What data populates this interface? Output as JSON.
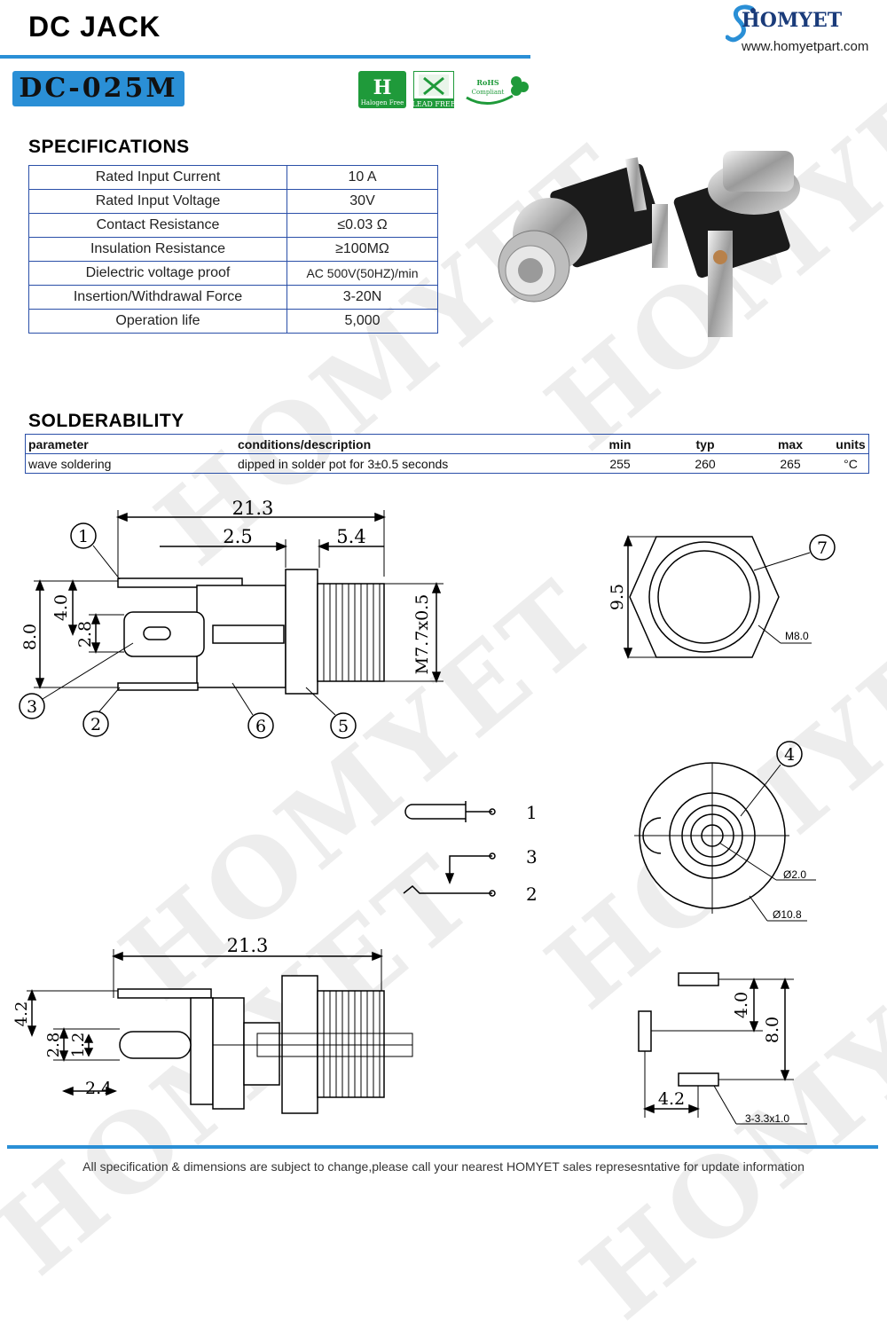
{
  "header": {
    "title": "DC  JACK",
    "brand": "HOMYET",
    "url": "www.homyetpart.com",
    "model": "DC-025M"
  },
  "certifications": [
    {
      "label": "Halogen Free",
      "color": "#1f9a3a"
    },
    {
      "label": "LEAD FREE",
      "color": "#1f9a3a"
    },
    {
      "label": "RoHS Compliant",
      "color": "#1f9a3a"
    }
  ],
  "watermark": "HOMYET",
  "specifications": {
    "heading": "SPECIFICATIONS",
    "rows": [
      {
        "name": "Rated Input Current",
        "value": "10 A"
      },
      {
        "name": "Rated Input Voltage",
        "value": "30V"
      },
      {
        "name": "Contact Resistance",
        "value": "≤0.03 Ω"
      },
      {
        "name": "Insulation Resistance",
        "value": "≥100MΩ"
      },
      {
        "name": "Dielectric voltage proof",
        "value": "AC 500V(50HZ)/min"
      },
      {
        "name": "Insertion/Withdrawal Force",
        "value": "3-20N"
      },
      {
        "name": "Operation life",
        "value": "5,000"
      }
    ]
  },
  "solderability": {
    "heading": "SOLDERABILITY",
    "columns": [
      "parameter",
      "conditions/description",
      "min",
      "typ",
      "max",
      "units"
    ],
    "rows": [
      [
        "wave soldering",
        "dipped in solder pot for  3±0.5 seconds",
        "255",
        "260",
        "265",
        "°C"
      ]
    ]
  },
  "drawing": {
    "side_view": {
      "overall_length": "21.3",
      "dim_a": "2.5",
      "dim_b": "5.4",
      "height": "8.0",
      "half_height": "4.0",
      "pin_height": "2.8",
      "thread": "M7.7x0.5",
      "callouts": [
        "1",
        "2",
        "3",
        "5",
        "6"
      ]
    },
    "front_view": {
      "height": "9.5",
      "thread": "M8.0",
      "callout": "7"
    },
    "schematic": {
      "pins": [
        "1",
        "3",
        "2"
      ]
    },
    "rear_view": {
      "callout": "4",
      "pin_dia": "Ø2.0",
      "body_dia": "Ø10.8"
    },
    "bottom_view": {
      "overall_length": "21.3",
      "h1": "4.2",
      "h2": "2.8",
      "h3": "1.2",
      "offset": "2.4"
    },
    "footprint": {
      "half": "4.0",
      "total": "8.0",
      "offset": "4.2",
      "slot": "3-3.3x1.0"
    }
  },
  "footer": "All specification & dimensions are subject to change,please call your nearest HOMYET sales represesntative for update information"
}
